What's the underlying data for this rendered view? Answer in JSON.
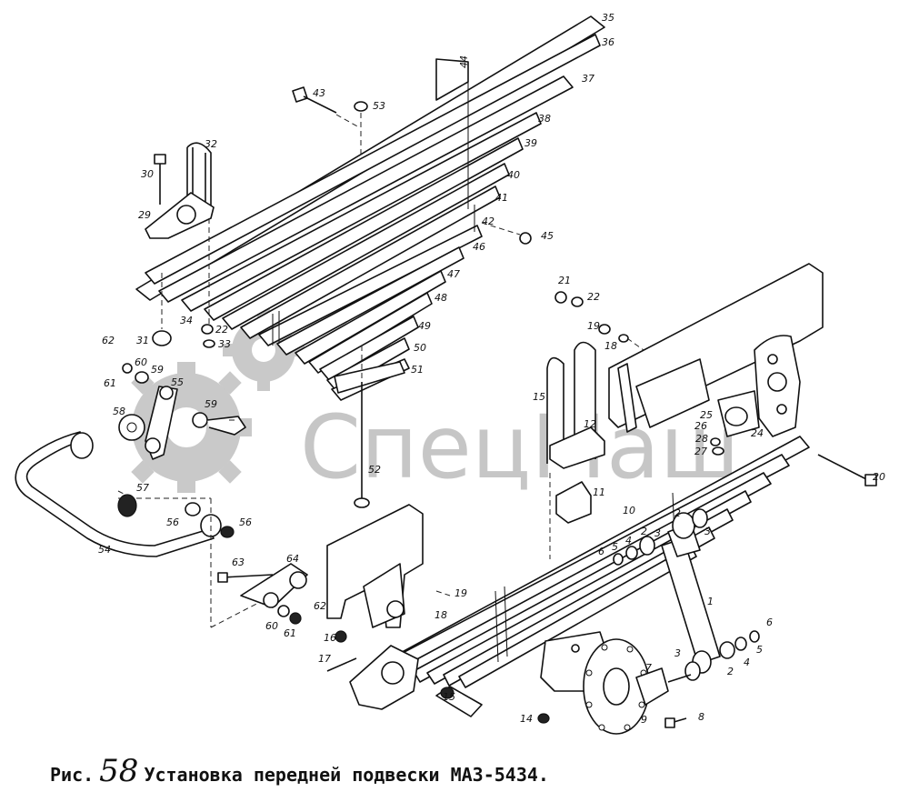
{
  "watermark": "СпецМаш",
  "caption": {
    "prefix": "Рис.",
    "number": "58",
    "title": "Установка передней подвески МАЗ-5434."
  },
  "part_labels": [
    "1",
    "2",
    "3",
    "4",
    "5",
    "6",
    "7",
    "8",
    "9",
    "10",
    "11",
    "12",
    "14",
    "15",
    "16",
    "17",
    "18",
    "19",
    "20",
    "21",
    "22",
    "24",
    "25",
    "26",
    "27",
    "28",
    "29",
    "30",
    "31",
    "32",
    "33",
    "34",
    "35",
    "36",
    "37",
    "38",
    "39",
    "40",
    "41",
    "42",
    "43",
    "44",
    "45",
    "46",
    "47",
    "48",
    "49",
    "50",
    "51",
    "52",
    "53",
    "54",
    "55",
    "56",
    "57",
    "58",
    "59",
    "60",
    "61",
    "62",
    "63",
    "64"
  ],
  "labels": {
    "l1": "1",
    "l2a": "2",
    "l2b": "2",
    "l2c": "2",
    "l3a": "3",
    "l3b": "3",
    "l3c": "3",
    "l4a": "4",
    "l4b": "4",
    "l5a": "5",
    "l5b": "5",
    "l6a": "6",
    "l6b": "6",
    "l7": "7",
    "l8": "8",
    "l9": "9",
    "l10": "10",
    "l11": "11",
    "l12": "12",
    "l14": "14",
    "l15": "15",
    "l16": "16",
    "l17": "17",
    "l18a": "18",
    "l18b": "18",
    "l19a": "19",
    "l19b": "19",
    "l20": "20",
    "l21": "21",
    "l22a": "22",
    "l22b": "22",
    "l24": "24",
    "l25": "25",
    "l26": "26",
    "l27": "27",
    "l28": "28",
    "l29": "29",
    "l30": "30",
    "l31": "31",
    "l32": "32",
    "l33": "33",
    "l34": "34",
    "l35": "35",
    "l36": "36",
    "l37": "37",
    "l38": "38",
    "l39": "39",
    "l40": "40",
    "l41": "41",
    "l42": "42",
    "l43": "43",
    "l44": "44",
    "l45": "45",
    "l46": "46",
    "l47": "47",
    "l48": "48",
    "l49": "49",
    "l50": "50",
    "l51": "51",
    "l52": "52",
    "l53": "53",
    "l54": "54",
    "l55": "55",
    "l56a": "56",
    "l56b": "56",
    "l57": "57",
    "l58": "58",
    "l59a": "59",
    "l59b": "59",
    "l60a": "60",
    "l60b": "60",
    "l61a": "61",
    "l61b": "61",
    "l62a": "62",
    "l62b": "62",
    "l63": "63",
    "l64": "64"
  },
  "colors": {
    "line": "#111111",
    "watermark": "#c9c9c9",
    "background": "#ffffff"
  }
}
